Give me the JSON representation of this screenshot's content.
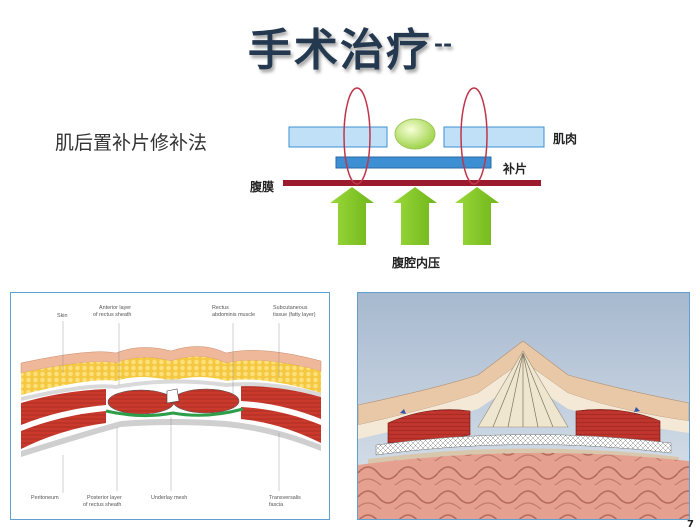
{
  "title": "手术治疗",
  "title_suffix": "--",
  "method": "肌后置补片修补法",
  "schematic": {
    "muscle_label": "肌肉",
    "patch_label": "补片",
    "peritoneum_label": "腹膜",
    "pressure_label": "腹腔内压"
  },
  "figure1": {
    "skin": "Skin",
    "anterior_1": "Anterior layer",
    "anterior_2": "of rectus sheath",
    "rectus_1": "Rectus",
    "rectus_2": "abdominis muscle",
    "subq_1": "Subcutaneous",
    "subq_2": "tissue (fatty layer)",
    "peritoneum": "Peritoneum",
    "posterior_1": "Posterior layer",
    "posterior_2": "of rectus sheath",
    "underlay": "Underlay mesh",
    "transv_1": "Transversalis",
    "transv_2": "fascia"
  },
  "page_number": "7",
  "colors": {
    "title": "#24384f",
    "muscle_bar": "#bfe0f7",
    "patch_bar": "#3d8fd4",
    "peritoneum_line": "#9b1a2e",
    "arrow": "#8ccc1f",
    "ring": "#c0354b",
    "frame": "#5f9fd2"
  }
}
